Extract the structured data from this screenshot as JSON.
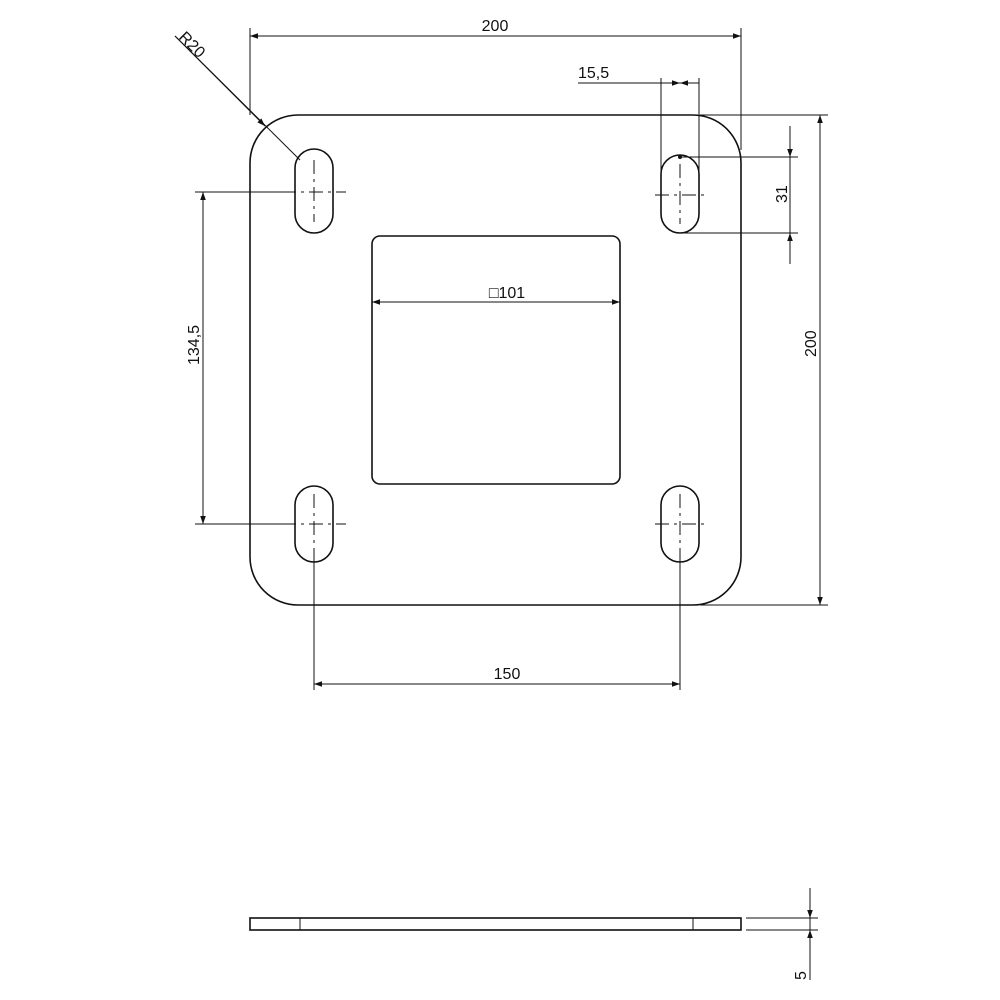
{
  "drawing": {
    "dims": {
      "radius": "R20",
      "overall_width": "200",
      "slot_width": "15,5",
      "slot_length": "31",
      "overall_height": "200",
      "vertical_spacing": "134,5",
      "square_hole": "□101",
      "horizontal_spacing": "150",
      "thickness": "5"
    },
    "line_color": "#111111"
  }
}
